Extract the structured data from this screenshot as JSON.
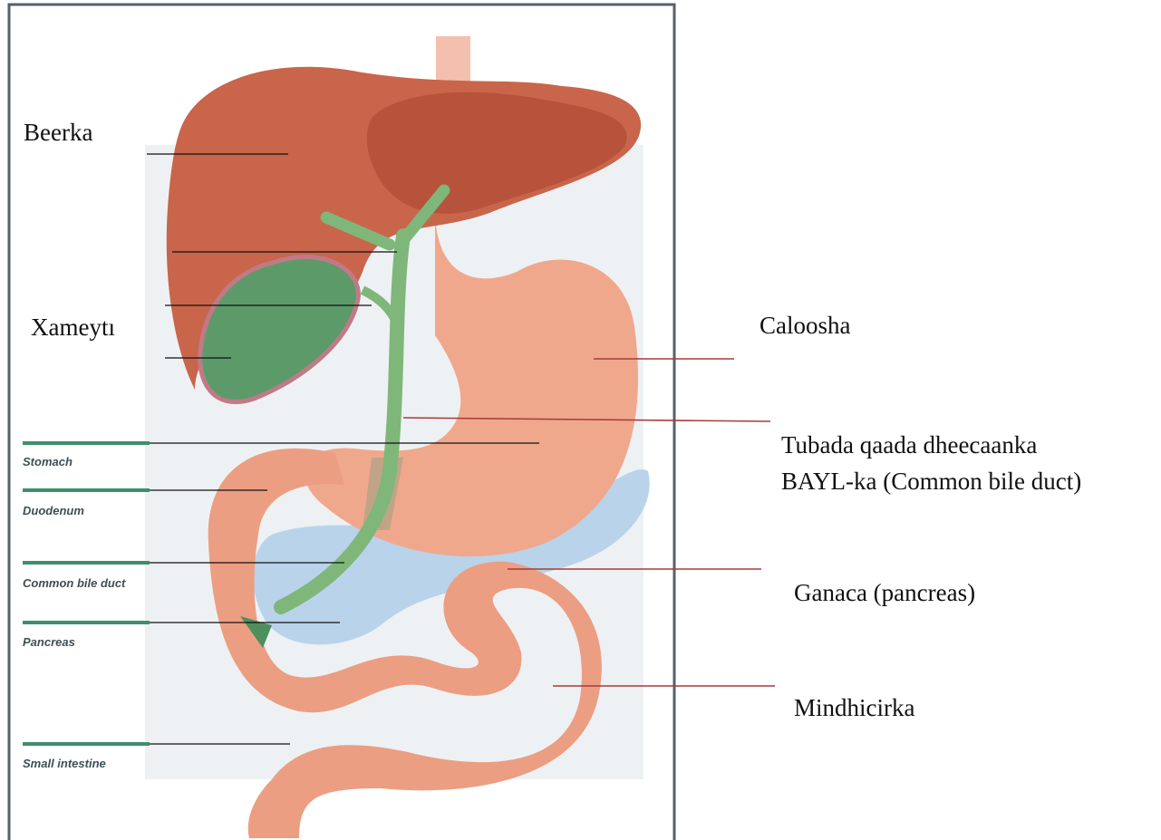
{
  "somali_labels": {
    "liver": "Beerka",
    "gallbladder": "Xameytı",
    "stomach": "Caloosha",
    "bile_duct_line1": "Tubada qaada dheecaanka",
    "bile_duct_line2": "BAYL-ka (Common bile duct)",
    "pancreas": "Ganaca (pancreas)",
    "intestine": "Mindhicirka"
  },
  "english_labels": {
    "stomach": "Stomach",
    "duodenum": "Duodenum",
    "bile_duct": "Common bile duct",
    "pancreas": "Pancreas",
    "small_intestine": "Small intestine"
  },
  "colors": {
    "liver": "#c9654a",
    "liver_dark": "#a8452f",
    "gallbladder": "#5d9a6a",
    "bile_duct": "#7fb77a",
    "stomach": "#f0a88d",
    "pancreas": "#b9d3ea",
    "english_label_bar": "#3e8f6c",
    "somali_leader": "#a83a3a"
  }
}
